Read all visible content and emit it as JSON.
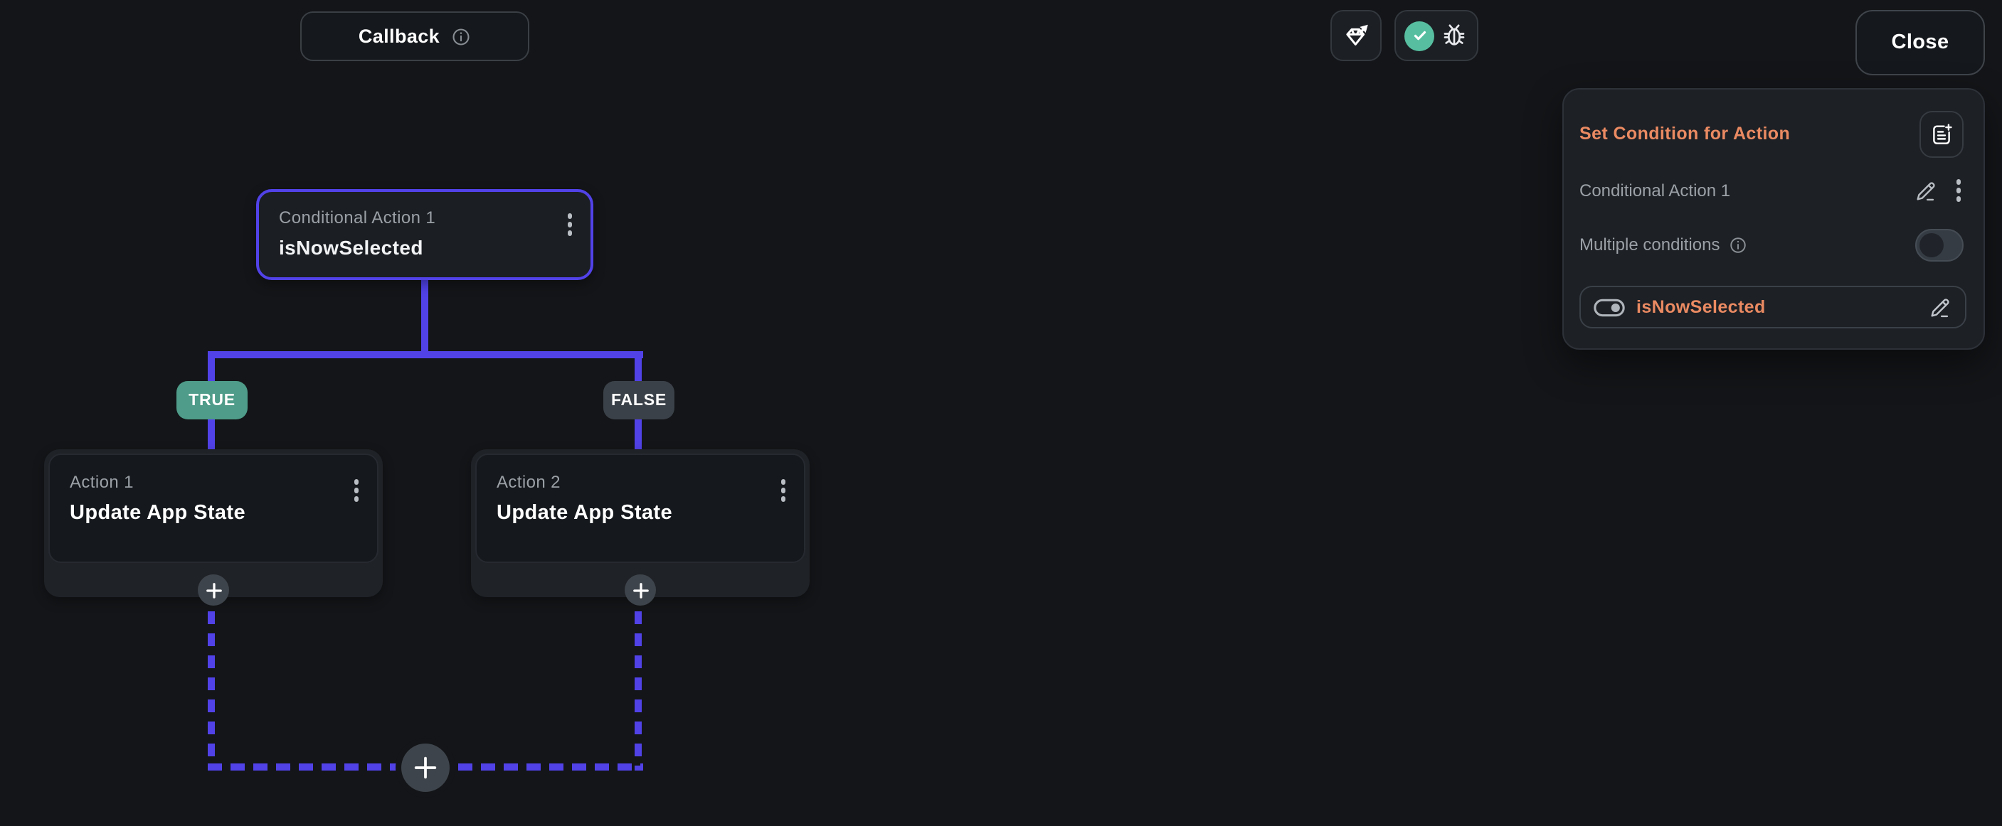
{
  "colors": {
    "connector": "#5142e8",
    "accent_orange": "#ea8a62",
    "true_badge": "#4e9c89",
    "false_badge": "#3b4148",
    "check_green": "#57bfa0"
  },
  "toolbar": {
    "callback_label": "Callback",
    "close_label": "Close"
  },
  "panel": {
    "title": "Set Condition for Action",
    "action_name": "Conditional Action 1",
    "multiple_conditions_label": "Multiple conditions",
    "multiple_conditions_enabled": false,
    "condition_name": "isNowSelected"
  },
  "canvas": {
    "conditional_node": {
      "label": "Conditional Action 1",
      "title": "isNowSelected"
    },
    "branches": {
      "true_label": "TRUE",
      "false_label": "FALSE"
    },
    "action_nodes": [
      {
        "label": "Action 1",
        "title": "Update App State"
      },
      {
        "label": "Action 2",
        "title": "Update App State"
      }
    ]
  }
}
